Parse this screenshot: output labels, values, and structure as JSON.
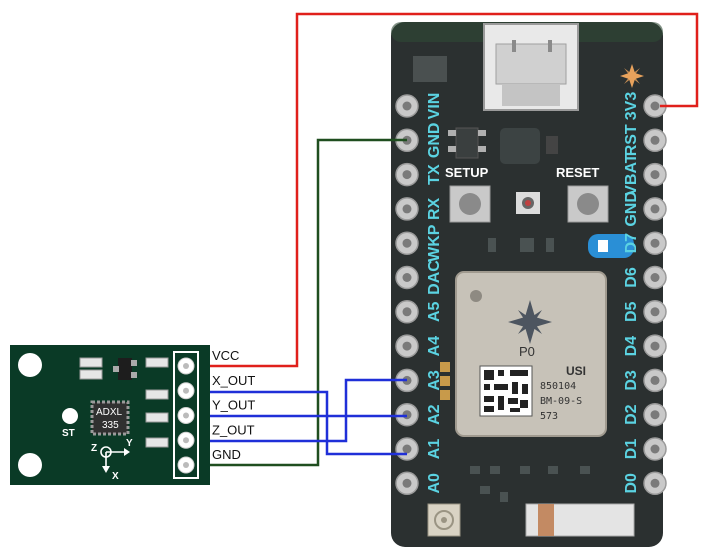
{
  "board": {
    "left_pins": [
      "VIN",
      "GND",
      "TX",
      "RX",
      "WKP",
      "DAC",
      "A5",
      "A4",
      "A3",
      "A2",
      "A1",
      "A0"
    ],
    "right_pins": [
      "3V3",
      "RST",
      "VBAT",
      "GND",
      "D7",
      "D6",
      "D5",
      "D4",
      "D3",
      "D2",
      "D1",
      "D0"
    ],
    "setup_label": "SETUP",
    "reset_label": "RESET",
    "module": {
      "name": "P0",
      "brand": "USI",
      "line1": "850104",
      "line2": "BM-09-S",
      "line3": "573"
    }
  },
  "sensor": {
    "chip_line1": "ADXL",
    "chip_line2": "335",
    "st_label": "ST",
    "axis_z": "Z",
    "axis_y": "Y",
    "axis_x": "X",
    "pins": [
      "VCC",
      "X_OUT",
      "Y_OUT",
      "Z_OUT",
      "GND"
    ]
  },
  "colors": {
    "vcc_wire": "#e0201b",
    "gnd_wire": "#1f4e1f",
    "signal_wire": "#1f2fd8",
    "board": "#2b3030",
    "sensor_pcb": "#0a3a26",
    "pin_label": "#5bd3e2"
  }
}
